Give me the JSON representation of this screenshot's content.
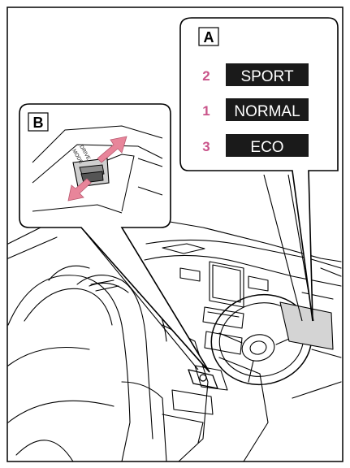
{
  "callout_a": {
    "letter": "A",
    "modes": [
      {
        "number": "2",
        "label": "SPORT"
      },
      {
        "number": "1",
        "label": "NORMAL"
      },
      {
        "number": "3",
        "label": "ECO"
      }
    ],
    "number_color": "#c9548a",
    "label_bg": "#1a1a1a"
  },
  "callout_b": {
    "letter": "B",
    "switch_line1": "DRIVE",
    "switch_line2": "MODE",
    "arrow_color": "#e8859a"
  }
}
